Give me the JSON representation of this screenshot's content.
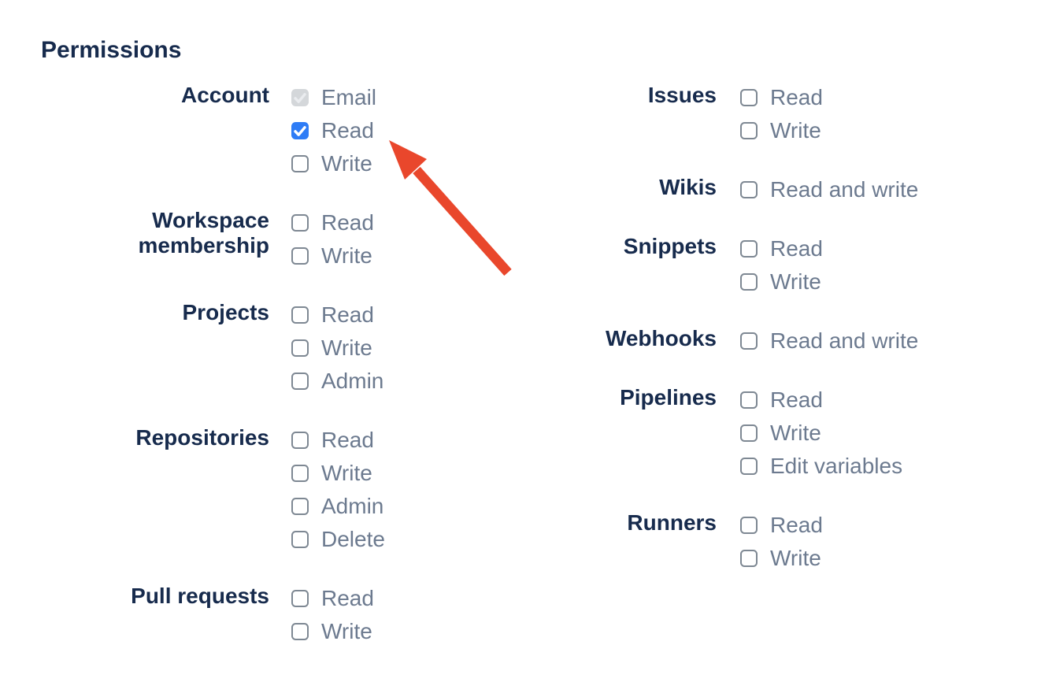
{
  "heading": "Permissions",
  "colors": {
    "heading_and_group_labels": "#172B4D",
    "item_labels": "#6C7A8F",
    "checkbox_border": "#7E8893",
    "checkbox_checked_blue": "#2E7CF6",
    "checkbox_disabled_bg": "#D4D7DA",
    "checkbox_disabled_check": "#EAECEF",
    "arrow_red": "#E9472C"
  },
  "permissions": {
    "columns": [
      {
        "side": "left",
        "groups": [
          {
            "label": "Account",
            "items": [
              {
                "label": "Email",
                "state": "checked-disabled"
              },
              {
                "label": "Read",
                "state": "checked"
              },
              {
                "label": "Write",
                "state": "unchecked"
              }
            ]
          },
          {
            "label": "Workspace membership",
            "items": [
              {
                "label": "Read",
                "state": "unchecked"
              },
              {
                "label": "Write",
                "state": "unchecked"
              }
            ]
          },
          {
            "label": "Projects",
            "items": [
              {
                "label": "Read",
                "state": "unchecked"
              },
              {
                "label": "Write",
                "state": "unchecked"
              },
              {
                "label": "Admin",
                "state": "unchecked"
              }
            ]
          },
          {
            "label": "Repositories",
            "items": [
              {
                "label": "Read",
                "state": "unchecked"
              },
              {
                "label": "Write",
                "state": "unchecked"
              },
              {
                "label": "Admin",
                "state": "unchecked"
              },
              {
                "label": "Delete",
                "state": "unchecked"
              }
            ]
          },
          {
            "label": "Pull requests",
            "items": [
              {
                "label": "Read",
                "state": "unchecked"
              },
              {
                "label": "Write",
                "state": "unchecked"
              }
            ]
          }
        ]
      },
      {
        "side": "right",
        "groups": [
          {
            "label": "Issues",
            "items": [
              {
                "label": "Read",
                "state": "unchecked"
              },
              {
                "label": "Write",
                "state": "unchecked"
              }
            ]
          },
          {
            "label": "Wikis",
            "items": [
              {
                "label": "Read and write",
                "state": "unchecked"
              }
            ]
          },
          {
            "label": "Snippets",
            "items": [
              {
                "label": "Read",
                "state": "unchecked"
              },
              {
                "label": "Write",
                "state": "unchecked"
              }
            ]
          },
          {
            "label": "Webhooks",
            "items": [
              {
                "label": "Read and write",
                "state": "unchecked"
              }
            ]
          },
          {
            "label": "Pipelines",
            "items": [
              {
                "label": "Read",
                "state": "unchecked"
              },
              {
                "label": "Write",
                "state": "unchecked"
              },
              {
                "label": "Edit variables",
                "state": "unchecked"
              }
            ]
          },
          {
            "label": "Runners",
            "items": [
              {
                "label": "Read",
                "state": "unchecked"
              },
              {
                "label": "Write",
                "state": "unchecked"
              }
            ]
          }
        ]
      }
    ]
  },
  "annotation": {
    "type": "arrow",
    "color": "#E9472C",
    "points_at": "account-read-checkbox"
  }
}
